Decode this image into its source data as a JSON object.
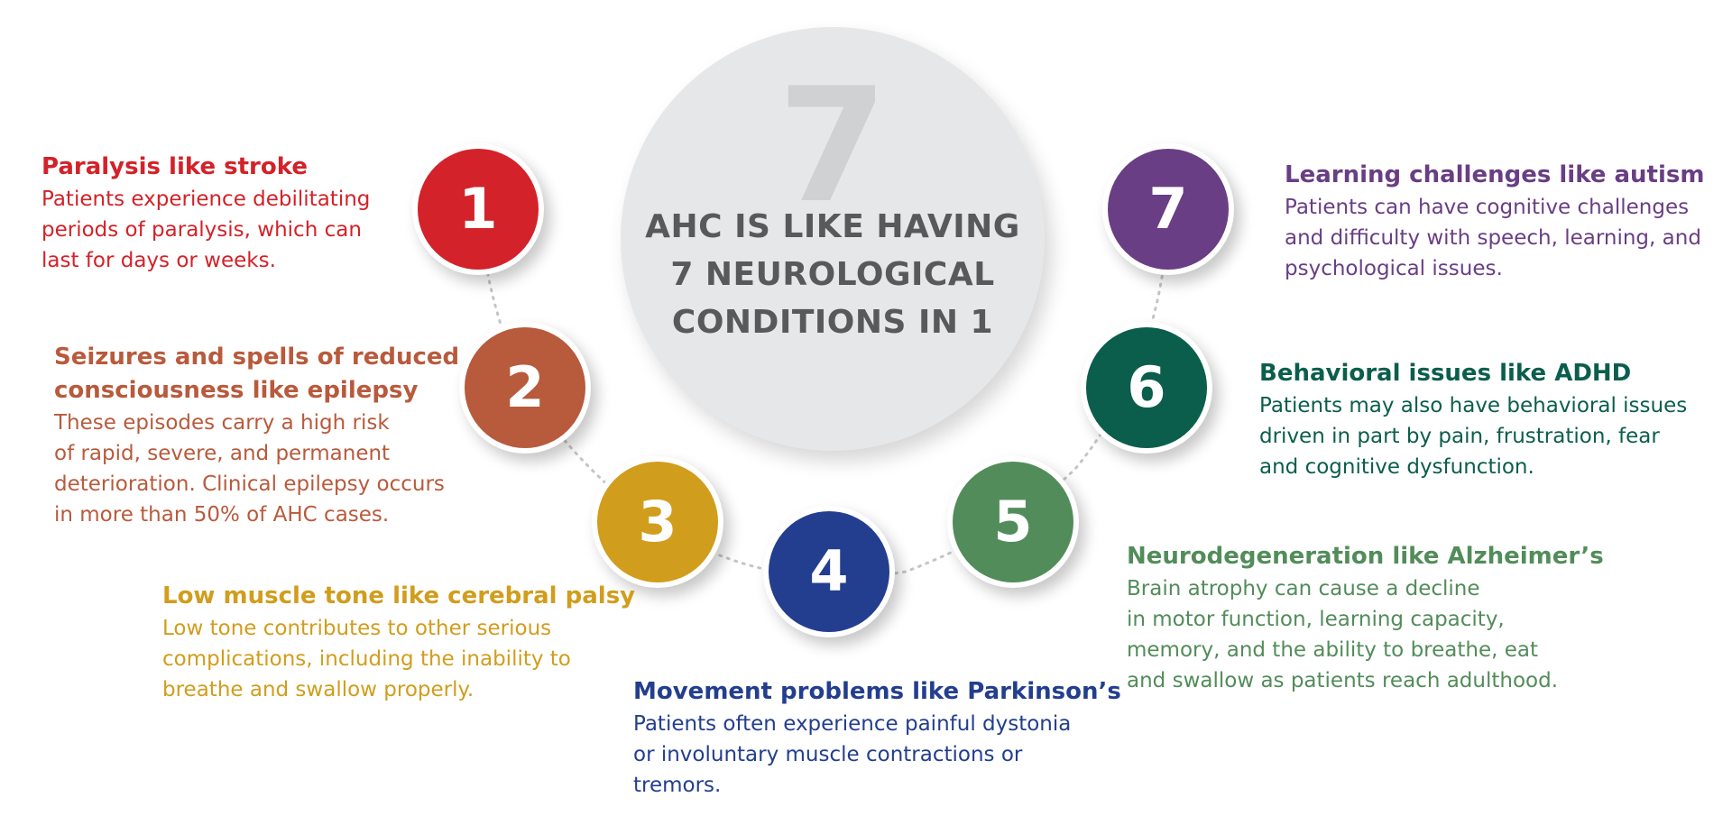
{
  "center": {
    "big_number": "7",
    "title_lines": [
      "AHC IS LIKE HAVING",
      "7 NEUROLOGICAL",
      "CONDITIONS IN 1"
    ]
  },
  "colors": {
    "c1": "#d32229",
    "c2": "#b85a3c",
    "c3": "#d19d1c",
    "c4": "#233e8e",
    "c5": "#528c5a",
    "c6": "#0b5e4c",
    "c7": "#693e84"
  },
  "conditions": [
    {
      "number": "1",
      "title_lines": [
        "Paralysis like stroke"
      ],
      "desc_lines": [
        "Patients experience debilitating",
        "periods of paralysis, which can",
        "last for days or weeks."
      ]
    },
    {
      "number": "2",
      "title_lines": [
        "Seizures and spells of reduced",
        "consciousness like epilepsy"
      ],
      "desc_lines": [
        "These episodes carry a high risk",
        "of rapid, severe, and permanent",
        "deterioration. Clinical epilepsy occurs",
        "in more than 50% of AHC cases."
      ]
    },
    {
      "number": "3",
      "title_lines": [
        "Low muscle tone like cerebral palsy"
      ],
      "desc_lines": [
        "Low tone contributes to other serious",
        "complications, including the inability to",
        "breathe and swallow properly."
      ]
    },
    {
      "number": "4",
      "title_lines": [
        "Movement problems like Parkinson’s"
      ],
      "desc_lines": [
        "Patients often experience painful dystonia",
        "or involuntary muscle contractions or",
        "tremors."
      ]
    },
    {
      "number": "5",
      "title_lines": [
        "Neurodegeneration like Alzheimer’s"
      ],
      "desc_lines": [
        "Brain atrophy can cause a decline",
        "in motor function, learning capacity,",
        "memory, and the ability to breathe, eat",
        "and swallow as patients reach adulthood."
      ]
    },
    {
      "number": "6",
      "title_lines": [
        "Behavioral issues like ADHD"
      ],
      "desc_lines": [
        "Patients may also have behavioral issues",
        "driven in part by pain, frustration, fear",
        "and cognitive dysfunction."
      ]
    },
    {
      "number": "7",
      "title_lines": [
        "Learning challenges like autism"
      ],
      "desc_lines": [
        "Patients can have cognitive challenges",
        "and difficulty with speech, learning, and",
        "psychological issues."
      ]
    }
  ]
}
